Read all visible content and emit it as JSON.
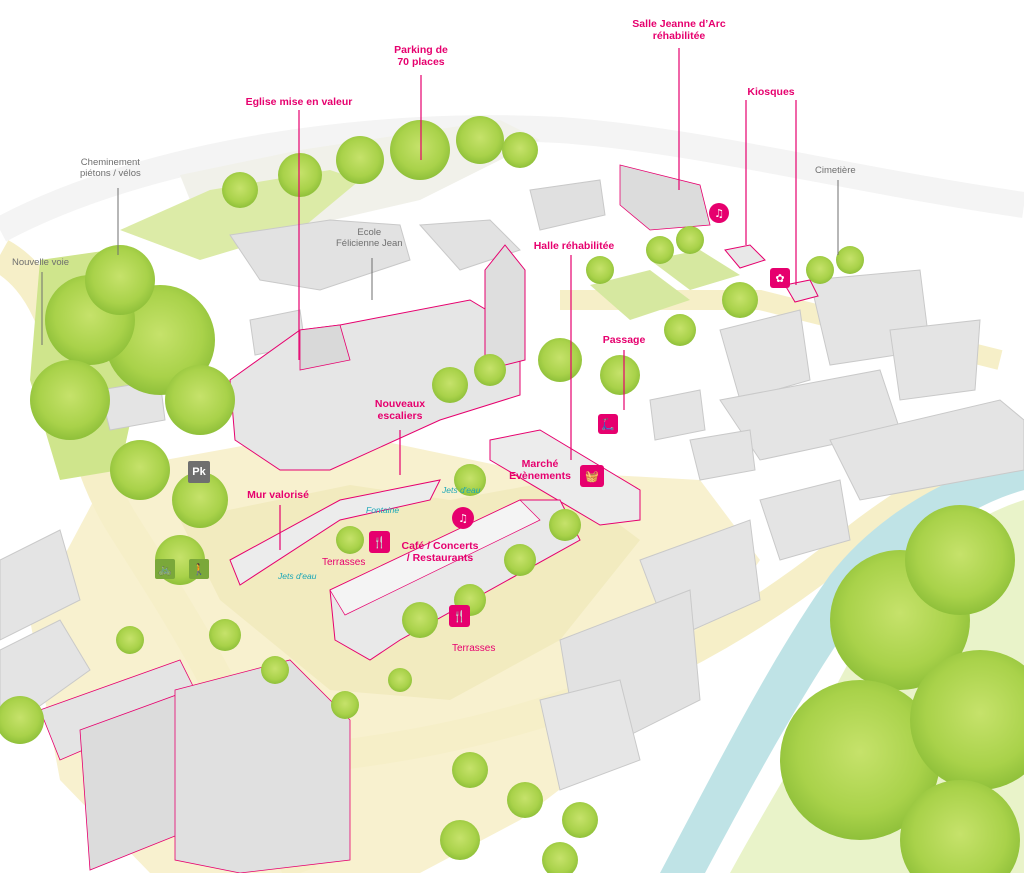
{
  "labels": {
    "salle": "Salle Jeanne d’Arc\nréhabilitée",
    "parking": "Parking de\n70 places",
    "eglise": "Eglise mise en valeur",
    "kiosques": "Kiosques",
    "cheminement": "Cheminement\npiétons / vélos",
    "cimetiere": "Cimetière",
    "ecole": "Ecole\nFélicienne Jean",
    "nouvelle_voie": "Nouvelle voie",
    "halle": "Halle réhabilitée",
    "passage": "Passage",
    "escaliers": "Nouveaux\nescaliers",
    "marche": "Marché\nEvènements",
    "mur": "Mur valorisé",
    "fontaine": "Fontaine",
    "jets1": "Jets d'eau",
    "jets2": "Jets d'eau",
    "terrasses1": "Terrasses",
    "terrasses2": "Terrasses",
    "cafe": "Café / Concerts\n/ Restaurants"
  },
  "icons": {
    "parking": {
      "name": "parking-sign-icon",
      "glyph": "Pk"
    },
    "bike": {
      "name": "bicycle-icon",
      "glyph": "🚲"
    },
    "pedestrian": {
      "name": "pedestrian-icon",
      "glyph": "🚶"
    },
    "music_salle": {
      "name": "music-note-icon",
      "glyph": "♫"
    },
    "music_cafe": {
      "name": "music-note-icon",
      "glyph": "♫"
    },
    "kiosk": {
      "name": "kiosk-flower-icon",
      "glyph": "✿"
    },
    "scooter": {
      "name": "scooter-icon",
      "glyph": "🛴"
    },
    "basket": {
      "name": "market-basket-icon",
      "glyph": "🧺"
    },
    "chef1": {
      "name": "chef-hat-icon",
      "glyph": "🍴"
    },
    "chef2": {
      "name": "chef-hat-icon",
      "glyph": "🍴"
    }
  },
  "colors": {
    "accent": "#e6006e",
    "annotation_grey": "#6f6f6f",
    "water": "#1aa6b7",
    "river": "#bfe3e6",
    "vegetation": "#a9d24a",
    "road": "#f6efc8",
    "building": "#e4e4e4"
  }
}
